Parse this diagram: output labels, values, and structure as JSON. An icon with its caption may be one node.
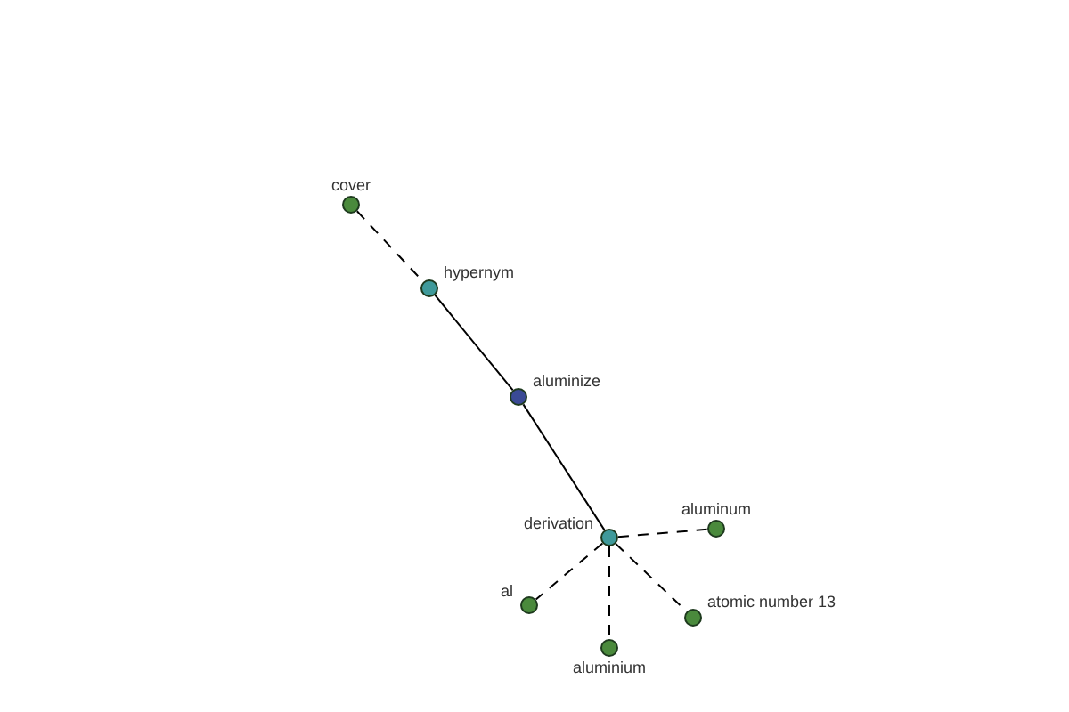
{
  "diagram": {
    "nodes": [
      {
        "text": [
          "cover"
        ]
      },
      {
        "text": [
          "hypernym"
        ]
      },
      {
        "text": [
          "aluminize"
        ]
      },
      {
        "text": [
          "derivation"
        ]
      },
      {
        "text": [
          "aluminum"
        ]
      },
      {
        "text": [
          "al"
        ]
      },
      {
        "text": [
          "aluminium"
        ]
      },
      {
        "text": [
          "atomic number 13"
        ]
      }
    ],
    "edges": [
      {
        "from": 0,
        "to": 1,
        "arrow": "none",
        "style": "dashed"
      },
      {
        "from": 1,
        "to": 2,
        "arrow": "none"
      },
      {
        "from": 2,
        "to": 3,
        "arrow": "none"
      },
      {
        "from": 3,
        "to": 4,
        "arrow": "none",
        "style": "dashed"
      },
      {
        "from": 3,
        "to": 5,
        "arrow": "none",
        "style": "dashed"
      },
      {
        "from": 3,
        "to": 6,
        "arrow": "none",
        "style": "dashed"
      },
      {
        "from": 3,
        "to": 7,
        "arrow": "none",
        "style": "dashed"
      }
    ]
  }
}
